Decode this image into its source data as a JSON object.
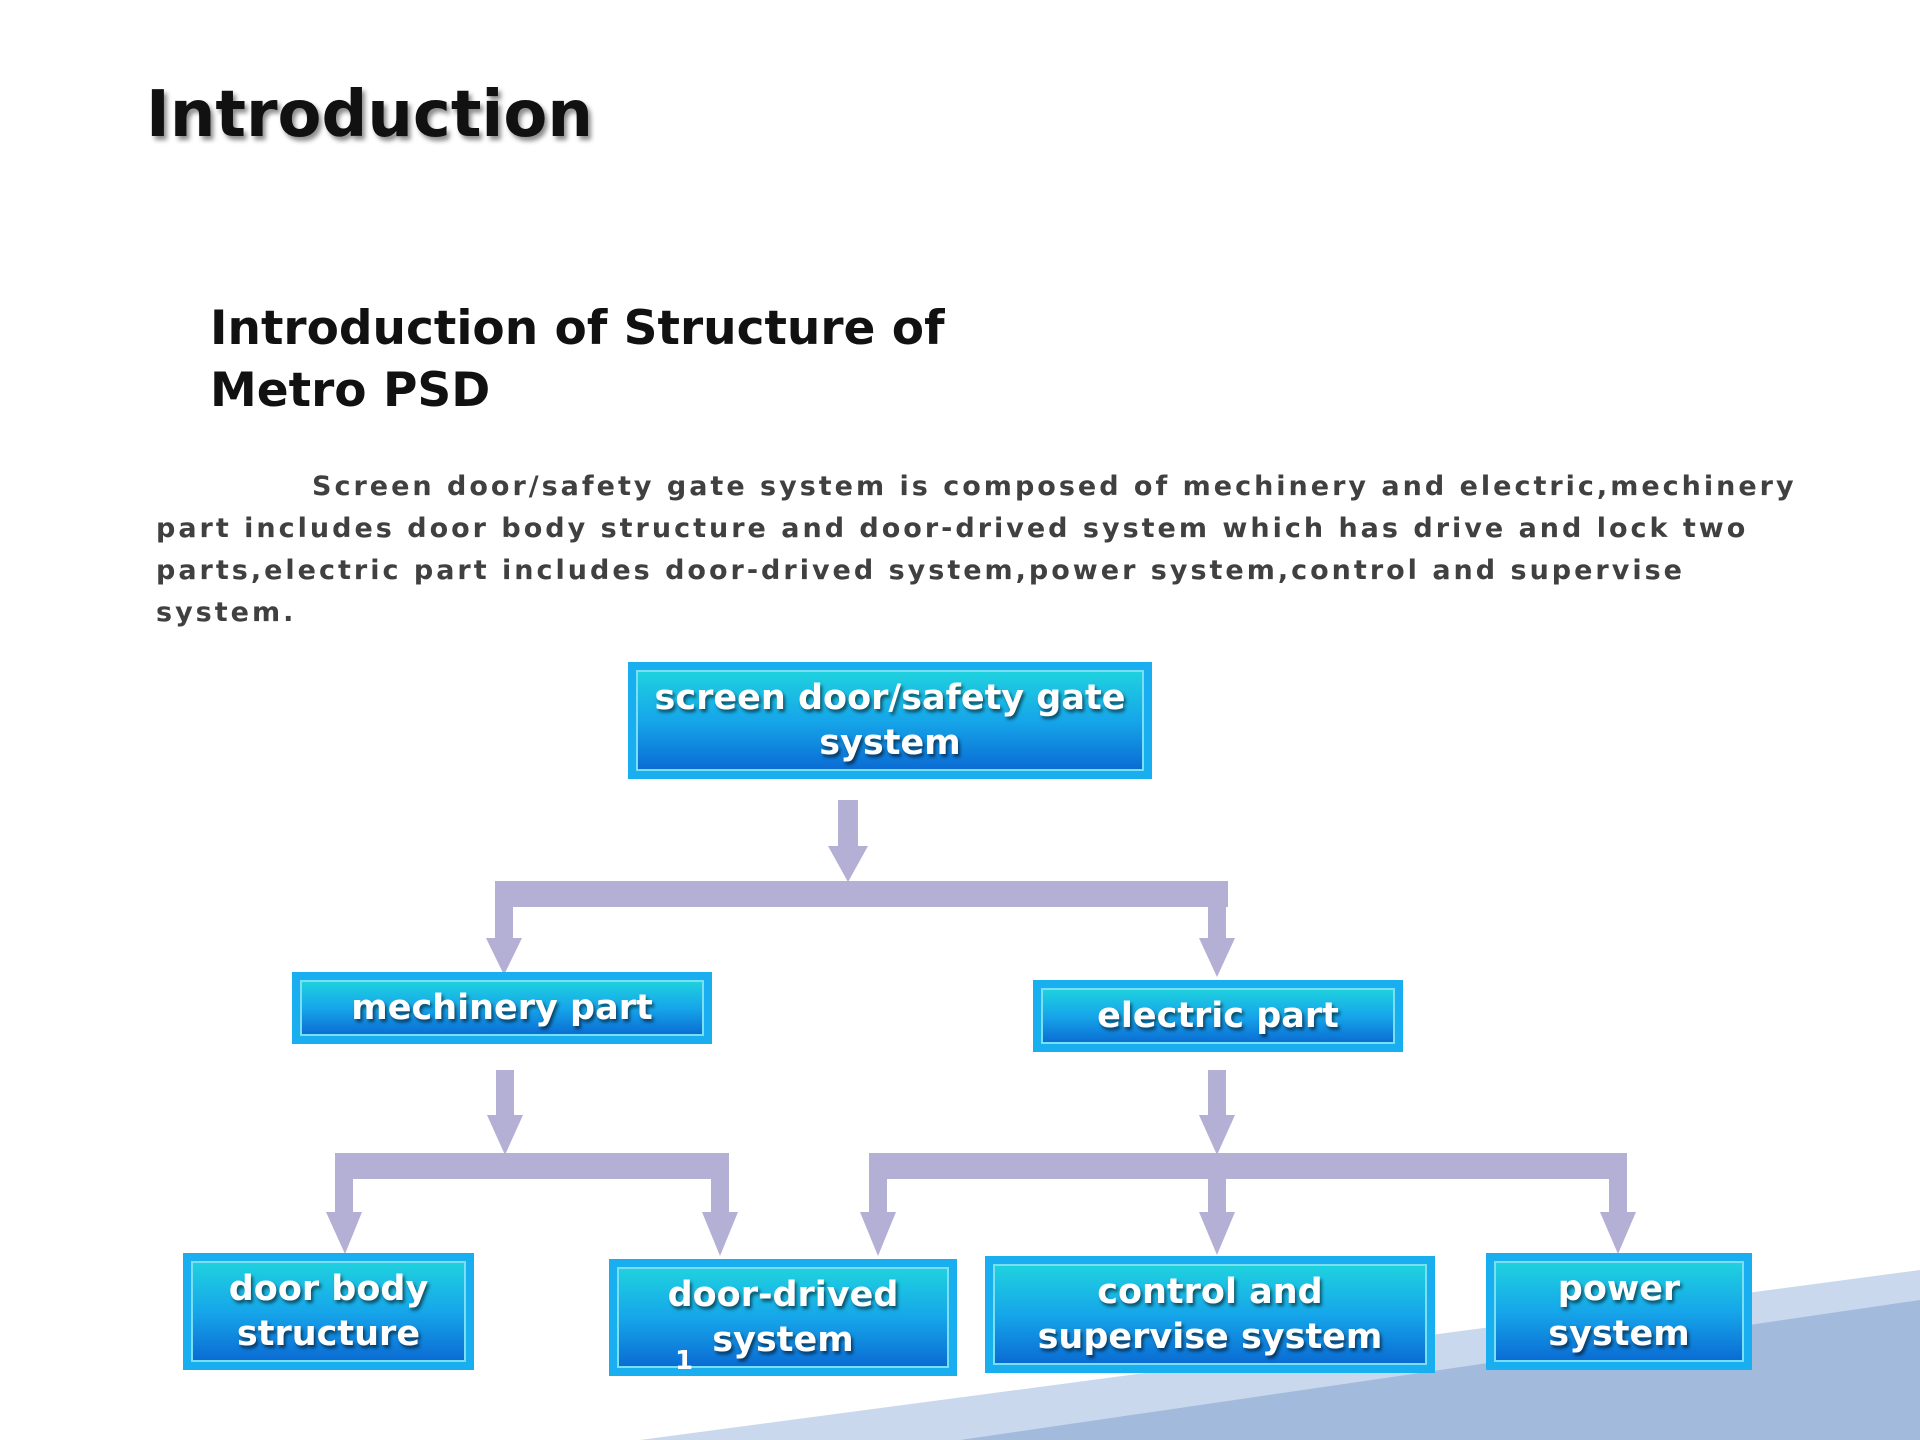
{
  "slide": {
    "title": "Introduction",
    "subtitle_line1": "Introduction of Structure of",
    "subtitle_line2": "Metro PSD",
    "paragraph": "Screen door/safety gate system is composed of mechinery and electric,mechinery part includes door body structure and door-drived system which has drive and lock two parts,electric part includes door-drived system,power system,control and supervise system.",
    "page_number": "1"
  },
  "diagram": {
    "root": {
      "line1": "screen door/safety gate",
      "line2": "system"
    },
    "mechinery": {
      "label": "mechinery part"
    },
    "electric": {
      "label": "electric part"
    },
    "door_body": {
      "line1": "door body",
      "line2": "structure"
    },
    "door_drived": {
      "line1": "door-drived",
      "line2": "system"
    },
    "control": {
      "line1": "control and",
      "line2": "supervise system"
    },
    "power": {
      "line1": "power",
      "line2": "system"
    }
  },
  "colors": {
    "box_border": "#18aef0",
    "box_top": "#1fd3de",
    "box_bottom": "#0a6ad3",
    "connector": "#b4afd4",
    "corner_light": "#c9d8ec",
    "corner_dark": "#9db8dc"
  }
}
